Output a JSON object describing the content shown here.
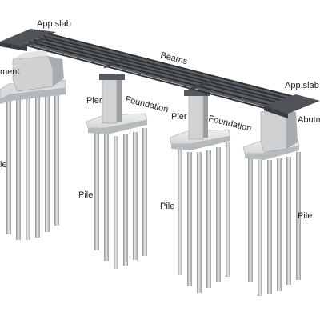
{
  "labels": {
    "app_slab_left": "App.slab",
    "abutment_left": "ment",
    "beams": "Beams",
    "app_slab_right": "App.slab",
    "abutment_right": "Abutm",
    "pier_1": "Pier",
    "foundation_1": "Foundation",
    "pier_2": "Pier",
    "foundation_2": "Foundation",
    "pile_left": "le",
    "pile_1": "Pile",
    "pile_2": "Pile",
    "pile_right": "Pile"
  },
  "colors": {
    "steel": "#4f5358",
    "concrete": "#cfd1d2",
    "shadow": "#8f9395"
  }
}
